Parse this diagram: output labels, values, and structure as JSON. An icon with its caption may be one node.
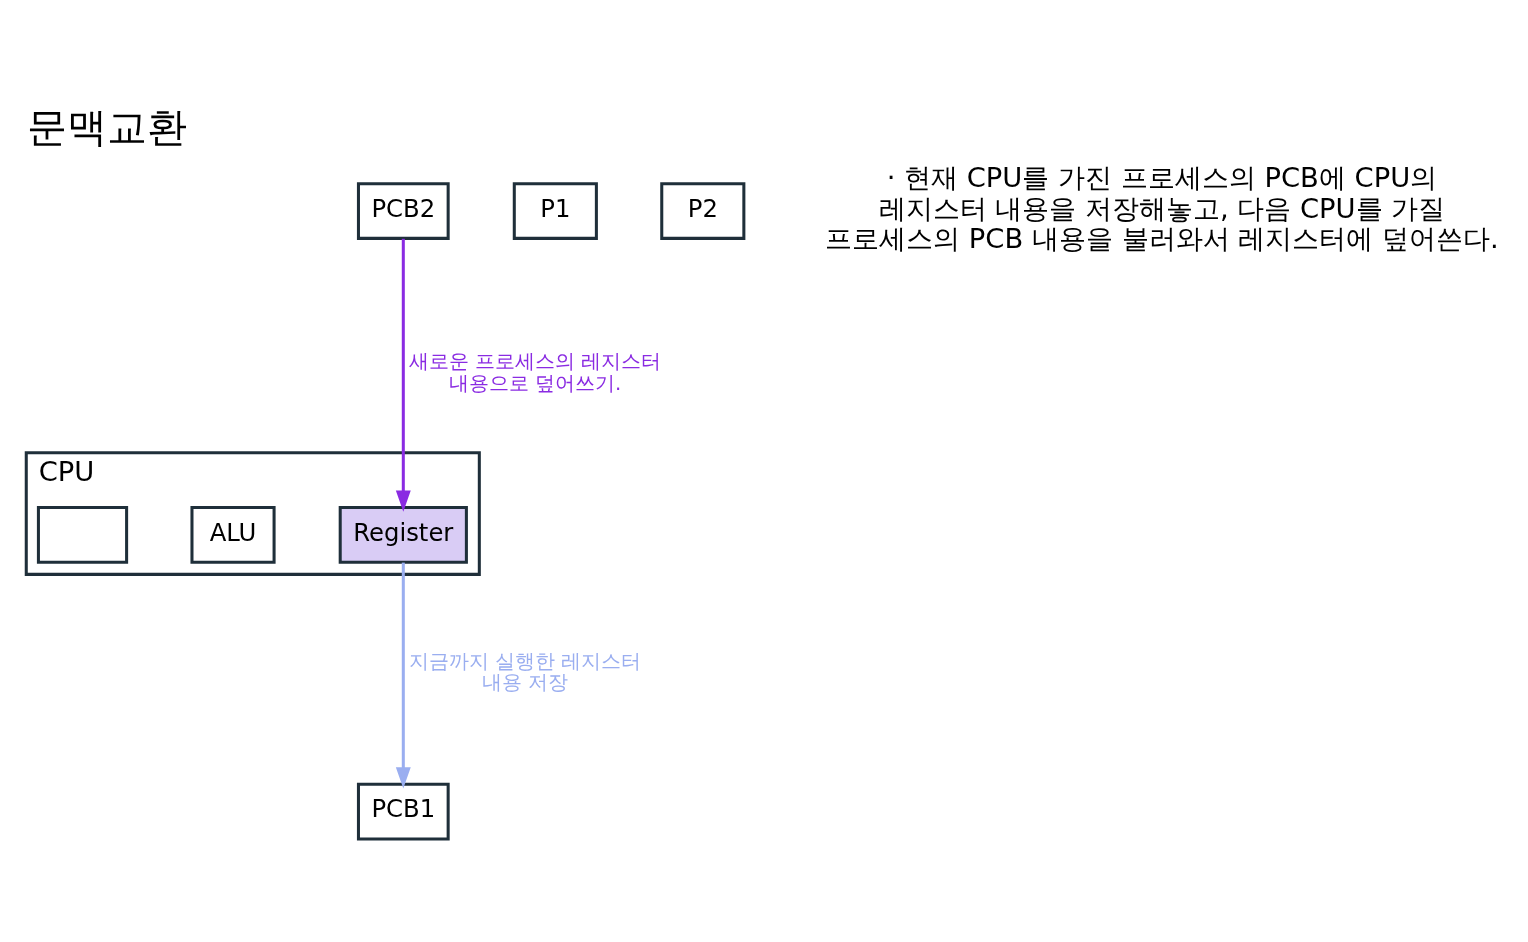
{
  "diagram": {
    "title": "문맥교환",
    "nodes": [
      {
        "text": [
          "CPU"
        ]
      },
      {
        "text": [
          "Register"
        ],
        "in": 0
      },
      {
        "text": [
          "ALU"
        ],
        "in": 0
      },
      {
        "text": [],
        "shape": "box",
        "in": 0
      },
      {
        "text": [
          "P1"
        ]
      },
      {
        "text": [
          "PCB1"
        ]
      },
      {
        "text": [
          "P2"
        ]
      },
      {
        "text": [
          "PCB2"
        ]
      }
    ],
    "edges": [
      {
        "from": 1,
        "to": 5,
        "arrow": "to",
        "label": "지금까지 실행한 레지스터 내용 저장",
        "color": "#9aaef0"
      },
      {
        "from": 7,
        "to": 1,
        "arrow": "to",
        "label": "새로운 프로세스의 레지스터 내용으로 덮어쓰기.",
        "color": "#8a2be2"
      }
    ],
    "labels": [
      "· 현재 CPU를 가진 프로세스의 PCB에 CPU의 레지스터 내용을 저장해놓고, 다음 CPU를 가질 프로세스의 PCB 내용을 불러와서 레지스터에 덮어쓴다."
    ]
  }
}
